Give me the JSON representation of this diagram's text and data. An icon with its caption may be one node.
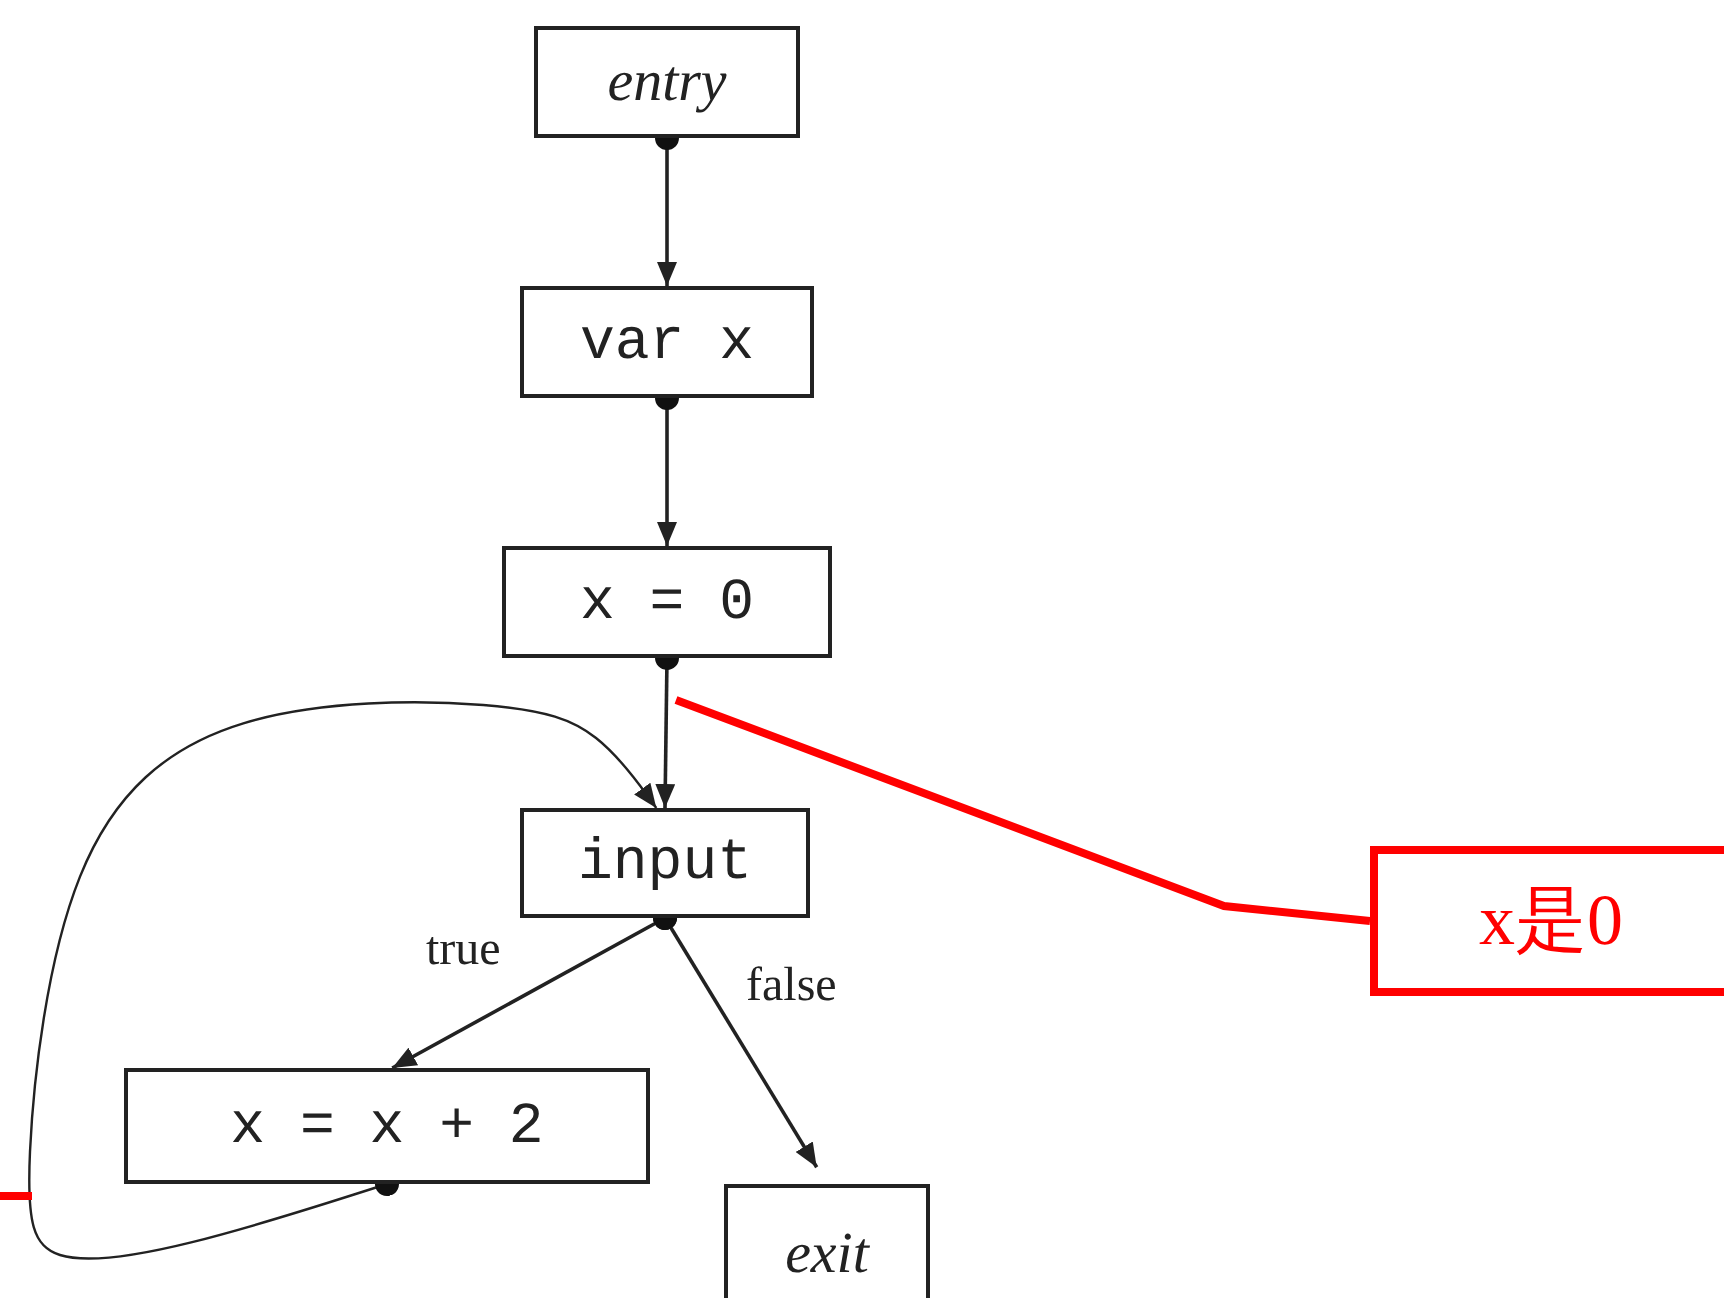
{
  "diagram": {
    "nodes": [
      {
        "text": [
          "entry"
        ]
      },
      {
        "text": [
          "var x"
        ]
      },
      {
        "text": [
          "x = 0"
        ]
      },
      {
        "text": [
          "input"
        ]
      },
      {
        "text": [
          "x = x + 2"
        ]
      },
      {
        "text": [
          "exit"
        ]
      },
      {
        "text": [
          "x是0"
        ]
      }
    ],
    "edges": [
      {
        "from": 0,
        "to": 1,
        "arrow": "to"
      },
      {
        "from": 1,
        "to": 2,
        "arrow": "to"
      },
      {
        "from": 2,
        "to": 3,
        "arrow": "to"
      },
      {
        "from": 3,
        "to": 4,
        "arrow": "to",
        "label": "true"
      },
      {
        "from": 3,
        "to": 5,
        "arrow": "to",
        "label": "false"
      },
      {
        "from": 4,
        "to": 3,
        "arrow": "to"
      },
      {
        "from": 6,
        "to": null,
        "arrow": "none",
        "style": "thick",
        "color": "#ff0000"
      }
    ]
  }
}
